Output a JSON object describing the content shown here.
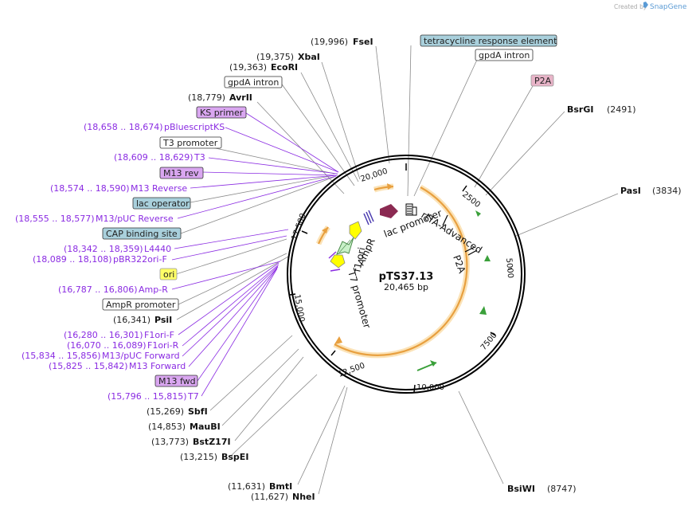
{
  "credit": {
    "prefix": "Created by",
    "brand": "SnapGene"
  },
  "plasmid": {
    "name": "pTS37.13",
    "size": "20,465 bp"
  },
  "ticks": [
    "2500",
    "5000",
    "7500",
    "10,000",
    "12,500",
    "15,000",
    "17,500",
    "20,000"
  ],
  "arc_labels": {
    "rtta": "rtTA-Advanced",
    "lac": "lac promoter",
    "p2a": "P2A",
    "ampr": "AmpR",
    "f1ori": "f1 ori",
    "t7": "T7 promoter"
  },
  "site_labels": [
    {
      "num": "(19,996)",
      "name": "FseI"
    },
    {
      "num": "(19,375)",
      "name": "XbaI"
    },
    {
      "num": "(19,363)",
      "name": "EcoRI"
    },
    {
      "num": "(18,779)",
      "name": "AvrII"
    },
    {
      "num": "(16,341)",
      "name": "PsiI"
    },
    {
      "num": "(15,269)",
      "name": "SbfI"
    },
    {
      "num": "(14,853)",
      "name": "MauBI"
    },
    {
      "num": "(13,773)",
      "name": "BstZ17I"
    },
    {
      "num": "(13,215)",
      "name": "BspEI"
    },
    {
      "num": "(11,631)",
      "name": "BmtI"
    },
    {
      "num": "(11,627)",
      "name": "NheI"
    },
    {
      "num": "(2491)",
      "name": "BsrGI"
    },
    {
      "num": "(3834)",
      "name": "PasI"
    },
    {
      "num": "(8747)",
      "name": "BsiWI"
    }
  ],
  "boxed_labels": [
    {
      "text": "tetracycline response element",
      "fill": "#a9d0dc"
    },
    {
      "text": "gpdA intron",
      "fill": "#ffffff"
    },
    {
      "text": "P2A",
      "fill": "#e8b4c8"
    },
    {
      "text": "gpdA intron",
      "fill": "#ffffff"
    },
    {
      "text": "KS primer",
      "fill": "#d9a6f0"
    },
    {
      "text": "T3 promoter",
      "fill": "#ffffff"
    },
    {
      "text": "M13 rev",
      "fill": "#d9a6f0"
    },
    {
      "text": "lac operator",
      "fill": "#a9d0dc"
    },
    {
      "text": "CAP binding site",
      "fill": "#a9d0dc"
    },
    {
      "text": "ori",
      "fill": "#ffff66"
    },
    {
      "text": "AmpR promoter",
      "fill": "#ffffff"
    },
    {
      "text": "M13 fwd",
      "fill": "#d9a6f0"
    }
  ],
  "primer_labels": [
    {
      "range": "(18,658 .. 18,674)",
      "name": "pBluescriptKS"
    },
    {
      "range": "(18,609 .. 18,629)",
      "name": "T3"
    },
    {
      "range": "(18,574 .. 18,590)",
      "name": "M13 Reverse"
    },
    {
      "range": "(18,555 .. 18,577)",
      "name": "M13/pUC Reverse"
    },
    {
      "range": "(18,342 .. 18,359)",
      "name": "L4440"
    },
    {
      "range": "(18,089 .. 18,108)",
      "name": "pBR322ori-F"
    },
    {
      "range": "(16,787 .. 16,806)",
      "name": "Amp-R"
    },
    {
      "range": "(16,280 .. 16,301)",
      "name": "F1ori-F"
    },
    {
      "range": "(16,070 .. 16,089)",
      "name": "F1ori-R"
    },
    {
      "range": "(15,834 .. 15,856)",
      "name": "M13/pUC Forward"
    },
    {
      "range": "(15,825 .. 15,842)",
      "name": "M13 Forward"
    },
    {
      "range": "(15,796 .. 15,815)",
      "name": "T7"
    }
  ],
  "colors": {
    "primer": "#8a2be2",
    "cds_orange": "#e8a040",
    "cds_glow": "#fbe3b8",
    "green_arrow": "#3aa03a",
    "ampr_arrow": "#c8f0c8",
    "ori_yellow": "#ffff00",
    "feature_dark": "#8b2a52"
  }
}
